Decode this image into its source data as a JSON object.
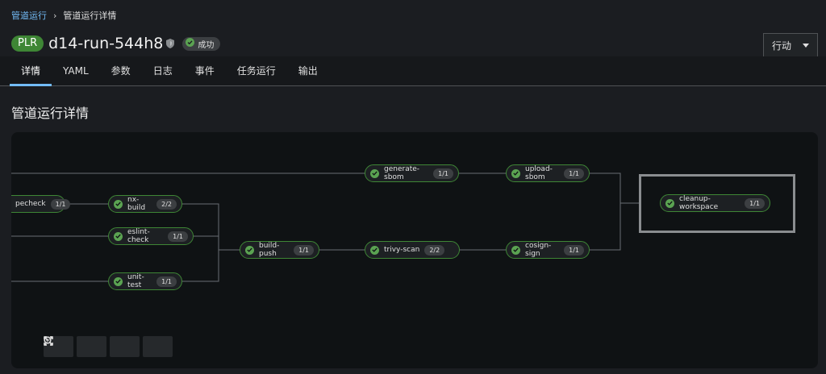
{
  "breadcrumb": {
    "parent": "管道运行",
    "current": "管道运行详情"
  },
  "header": {
    "kind_badge": "PLR",
    "name": "d14-run-544h8",
    "status": "成功"
  },
  "actions": {
    "label": "行动"
  },
  "tabs": [
    {
      "label": "详情",
      "active": true
    },
    {
      "label": "YAML"
    },
    {
      "label": "参数"
    },
    {
      "label": "日志"
    },
    {
      "label": "事件"
    },
    {
      "label": "任务运行"
    },
    {
      "label": "输出"
    }
  ],
  "section_title": "管道运行详情",
  "pipeline": {
    "nodes": [
      {
        "name": "pecheck",
        "count": "1/1"
      },
      {
        "name": "nx-build",
        "count": "2/2"
      },
      {
        "name": "eslint-check",
        "count": "1/1"
      },
      {
        "name": "unit-test",
        "count": "1/1"
      },
      {
        "name": "build-push",
        "count": "1/1"
      },
      {
        "name": "generate-sbom",
        "count": "1/1"
      },
      {
        "name": "upload-sbom",
        "count": "1/1"
      },
      {
        "name": "trivy-scan",
        "count": "2/2"
      },
      {
        "name": "cosign-sign",
        "count": "1/1"
      },
      {
        "name": "cleanup-workspace",
        "count": "1/1",
        "selected": true
      }
    ]
  },
  "zoom_controls": [
    "zoom-in-icon",
    "zoom-out-icon",
    "fit-to-screen-icon",
    "expand-icon"
  ],
  "colors": {
    "success": "#3e8635",
    "link": "#73bcf7",
    "tab_active": "#73bcf7"
  }
}
